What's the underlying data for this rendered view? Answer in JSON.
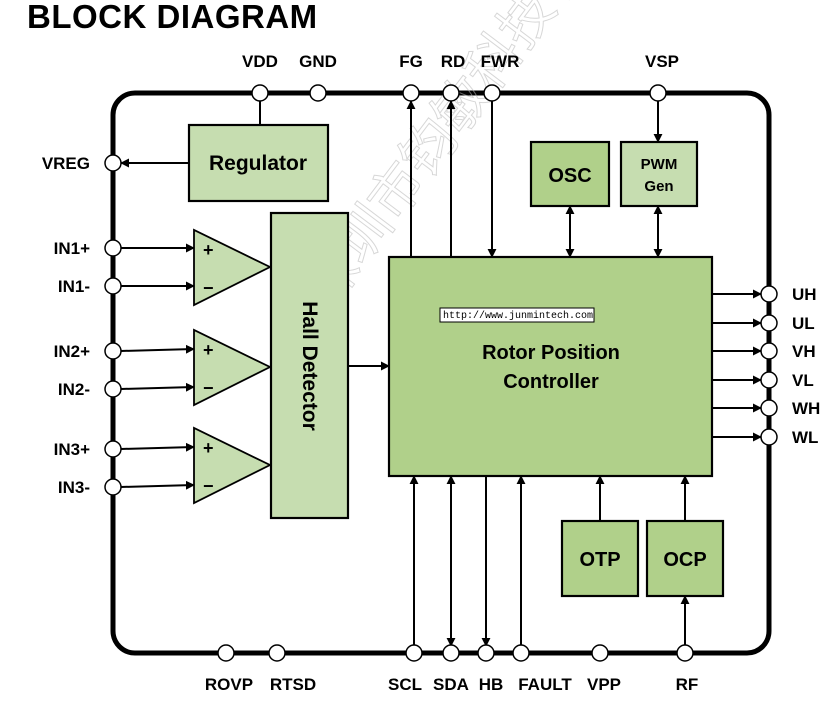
{
  "title": "BLOCK DIAGRAM",
  "watermark": "深圳市钧敏科技有限公司 www.junmintech.com",
  "url_label": "http://www.junmintech.com",
  "blocks": {
    "regulator": "Regulator",
    "hall_detector": "Hall Detector",
    "osc": "OSC",
    "pwm_line1": "PWM",
    "pwm_line2": "Gen",
    "rotor_line1": "Rotor Position",
    "rotor_line2": "Controller",
    "otp": "OTP",
    "ocp": "OCP"
  },
  "pins": {
    "top": [
      "VDD",
      "GND",
      "FG",
      "RD",
      "FWR",
      "VSP"
    ],
    "left": [
      "VREG",
      "IN1+",
      "IN1-",
      "IN2+",
      "IN2-",
      "IN3+",
      "IN3-"
    ],
    "right": [
      "UH",
      "UL",
      "VH",
      "VL",
      "WH",
      "WL"
    ],
    "bottom": [
      "ROVP",
      "RTSD",
      "SCL",
      "SDA",
      "HB",
      "FAULT",
      "VPP",
      "RF"
    ]
  },
  "amp_signs": {
    "plus": "+",
    "minus": "−"
  }
}
